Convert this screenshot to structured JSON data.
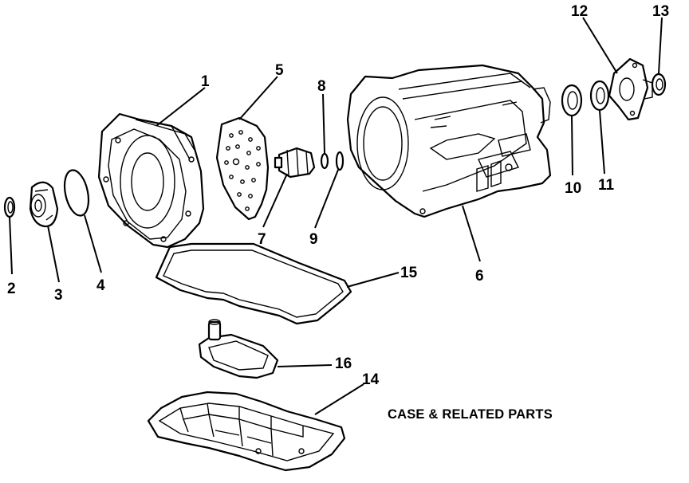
{
  "caption": "CASE & RELATED PARTS",
  "callouts": {
    "c1": "1",
    "c2": "2",
    "c3": "3",
    "c4": "4",
    "c5": "5",
    "c6": "6",
    "c7": "7",
    "c8": "8",
    "c9": "9",
    "c10": "10",
    "c11": "11",
    "c12": "12",
    "c13": "13",
    "c14": "14",
    "c15": "15",
    "c16": "16"
  }
}
